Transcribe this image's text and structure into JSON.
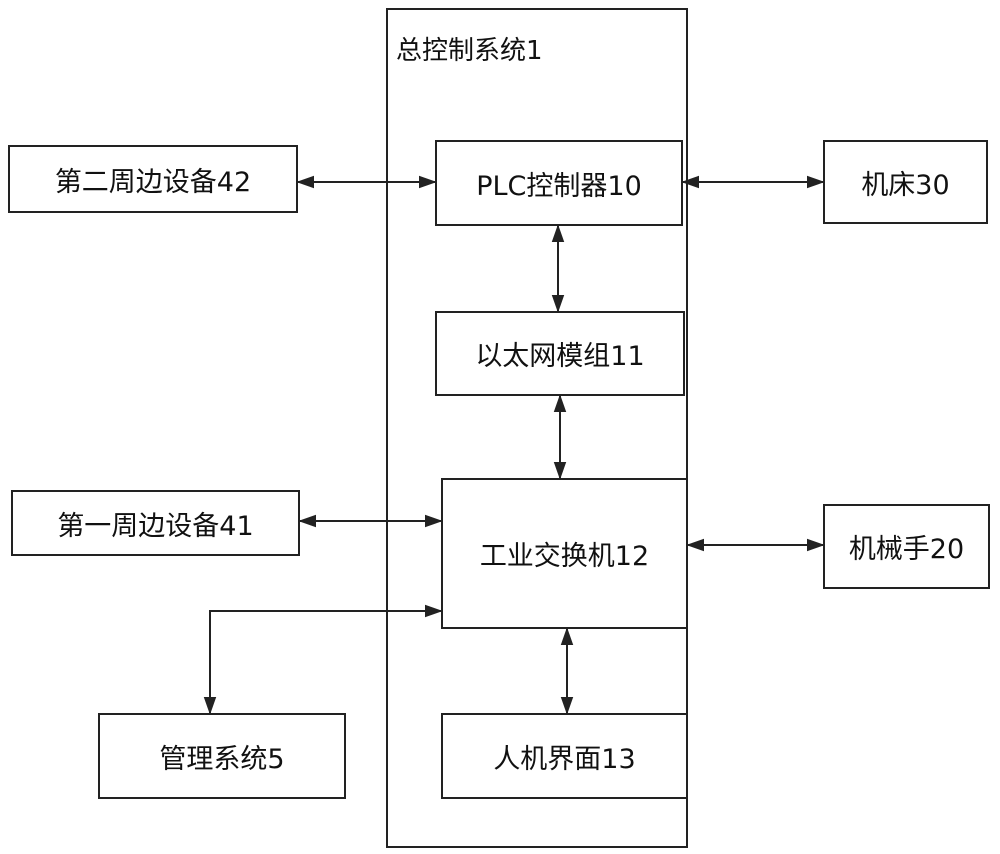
{
  "container": {
    "title": "总控制系统1"
  },
  "nodes": {
    "plc": "PLC控制器10",
    "ethernet": "以太网模组11",
    "switch": "工业交换机12",
    "hmi": "人机界面13",
    "peripheral2": "第二周边设备42",
    "peripheral1": "第一周边设备41",
    "management": "管理系统5",
    "machine_tool": "机床30",
    "robot_arm": "机械手20"
  },
  "edges": [
    {
      "from": "peripheral2",
      "to": "plc",
      "direction": "both"
    },
    {
      "from": "plc",
      "to": "machine_tool",
      "direction": "both"
    },
    {
      "from": "plc",
      "to": "ethernet",
      "direction": "both"
    },
    {
      "from": "ethernet",
      "to": "switch",
      "direction": "both"
    },
    {
      "from": "peripheral1",
      "to": "switch",
      "direction": "both"
    },
    {
      "from": "switch",
      "to": "robot_arm",
      "direction": "both"
    },
    {
      "from": "switch",
      "to": "management",
      "direction": "both"
    },
    {
      "from": "switch",
      "to": "hmi",
      "direction": "both"
    }
  ]
}
